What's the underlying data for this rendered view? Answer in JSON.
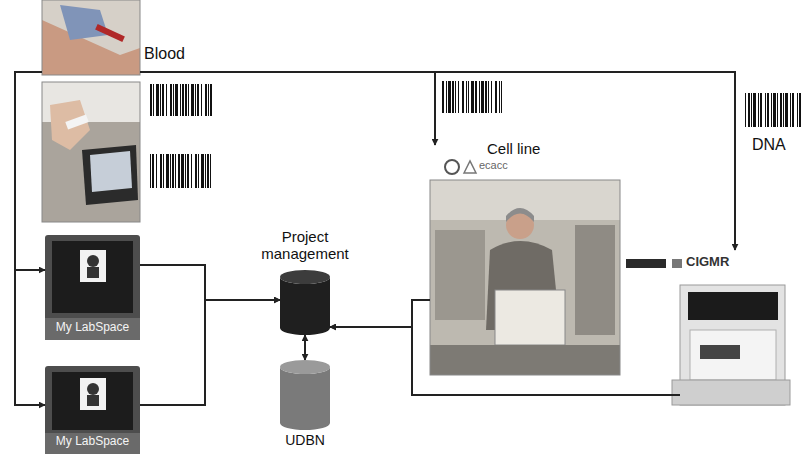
{
  "diagram": {
    "nodes": [
      {
        "text": [
          "Blood"
        ]
      },
      {
        "text": [
          "My LabSpace"
        ]
      },
      {
        "text": [
          "My LabSpace"
        ]
      },
      {
        "text": [
          "Project management"
        ]
      },
      {
        "text": [
          "UDBN"
        ]
      },
      {
        "text": [
          "Cell line"
        ]
      },
      {
        "text": [
          "CIGMR"
        ]
      }
    ],
    "edges": [
      {
        "from": 0,
        "to": 5,
        "arrow": "to"
      },
      {
        "from": 0,
        "to": 6,
        "label": "DNA",
        "arrow": "to"
      },
      {
        "from": 0,
        "to": 1,
        "arrow": "to"
      },
      {
        "from": 0,
        "to": 2,
        "arrow": "to"
      },
      {
        "from": 1,
        "to": 3,
        "arrow": "to"
      },
      {
        "from": 2,
        "to": 3,
        "arrow": "to"
      },
      {
        "from": 3,
        "to": 4,
        "arrow": "both"
      },
      {
        "from": 5,
        "to": 3,
        "arrow": "to"
      },
      {
        "from": 6,
        "to": 3,
        "arrow": "to"
      }
    ],
    "labels": [
      "ecacc"
    ]
  }
}
